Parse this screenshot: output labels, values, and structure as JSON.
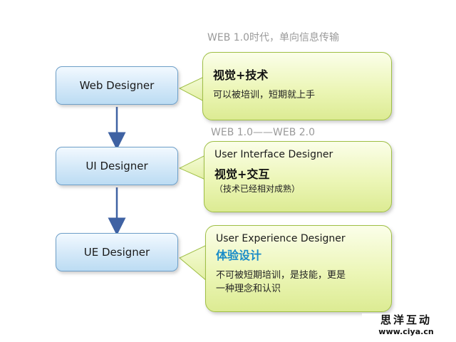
{
  "era_labels": {
    "web1": "WEB 1.0时代，单向信息传输",
    "web1_web2": "WEB 1.0——WEB  2.0"
  },
  "roles": {
    "web": "Web Designer",
    "ui": "UI  Designer",
    "ue": "UE  Designer"
  },
  "callouts": {
    "web": {
      "title": "视觉+技术",
      "description": "可以被培训，短期就上手"
    },
    "ui": {
      "heading": "User Interface Designer",
      "title": "视觉+交互",
      "note": "（技术已经相对成熟）"
    },
    "ue": {
      "heading": "User  Experience Designer",
      "title": "体验设计",
      "description_line1": "不可被短期培训，是技能，更是",
      "description_line2": "一种理念和认识"
    }
  },
  "watermark": {
    "brand": "思洋互动",
    "url": "www.ciya.cn"
  },
  "colors": {
    "role_border": "#6e9fc8",
    "callout_border": "#9fbf45",
    "arrow": "#3f62a3",
    "accent_blue": "#1a8cc8",
    "label_gray": "#9a9a9a"
  }
}
